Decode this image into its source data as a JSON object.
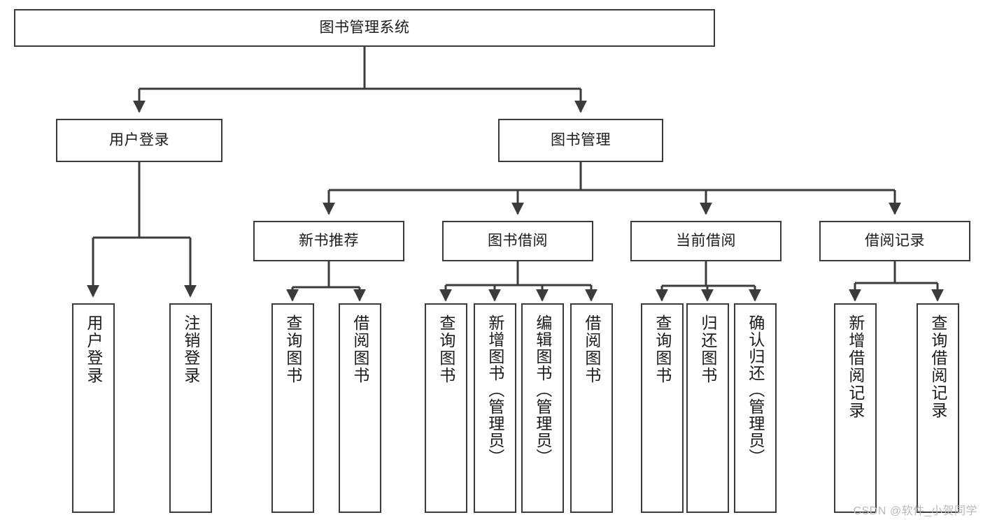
{
  "diagram": {
    "title": "图书管理系统",
    "type": "tree-hierarchy",
    "root": {
      "id": "root",
      "label": "图书管理系统"
    },
    "level2": [
      {
        "id": "user-login",
        "label": "用户登录"
      },
      {
        "id": "book-management",
        "label": "图书管理"
      }
    ],
    "level3": [
      {
        "id": "new-book-recommend",
        "label": "新书推荐"
      },
      {
        "id": "book-borrow",
        "label": "图书借阅"
      },
      {
        "id": "current-borrow",
        "label": "当前借阅"
      },
      {
        "id": "borrow-record",
        "label": "借阅记录"
      }
    ],
    "leaves": {
      "user_login": [
        {
          "id": "leaf-user-login",
          "label": "用户登录"
        },
        {
          "id": "leaf-logout-login",
          "label": "注销登录"
        }
      ],
      "new_book_recommend": [
        {
          "id": "leaf-query-book-1",
          "label": "查询图书"
        },
        {
          "id": "leaf-borrow-book-1",
          "label": "借阅图书"
        }
      ],
      "book_borrow": [
        {
          "id": "leaf-query-book-2",
          "label": "查询图书"
        },
        {
          "id": "leaf-add-book",
          "label": "新增图书（管理员）"
        },
        {
          "id": "leaf-edit-book",
          "label": "编辑图书（管理员）"
        },
        {
          "id": "leaf-borrow-book-2",
          "label": "借阅图书"
        }
      ],
      "current_borrow": [
        {
          "id": "leaf-query-book-3",
          "label": "查询图书"
        },
        {
          "id": "leaf-return-book",
          "label": "归还图书"
        },
        {
          "id": "leaf-confirm-return",
          "label": "确认归还（管理员）"
        }
      ],
      "borrow_record": [
        {
          "id": "leaf-add-record",
          "label": "新增借阅记录"
        },
        {
          "id": "leaf-query-record",
          "label": "查询借阅记录"
        }
      ]
    }
  },
  "watermark": {
    "text": "CSDN @软件_小贺同学"
  },
  "colors": {
    "stroke": "#3b3b3b",
    "text": "#1b1b1b",
    "background": "#ffffff",
    "watermark": "#b9b9b9"
  }
}
